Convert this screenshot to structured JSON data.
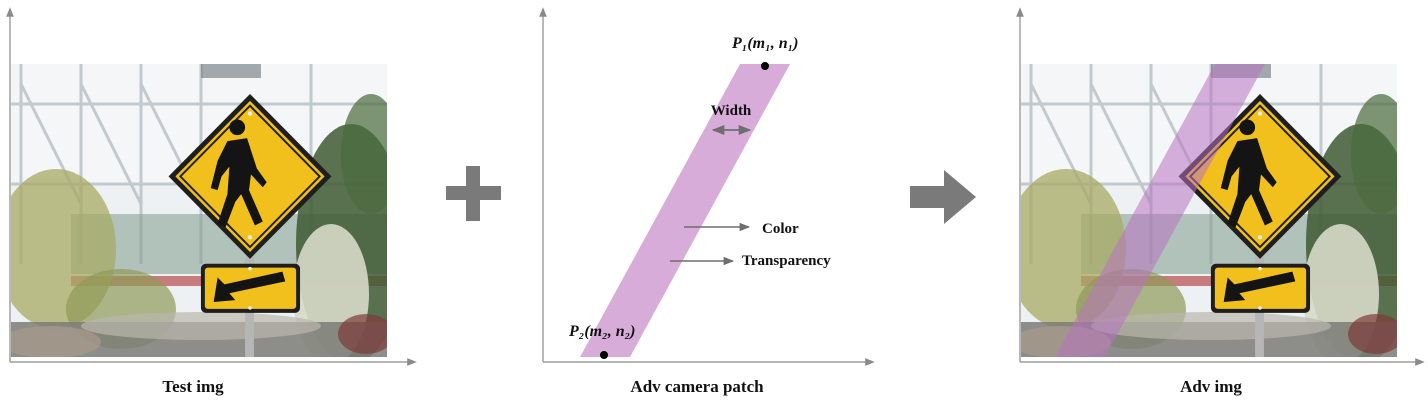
{
  "captions": {
    "test_img": "Test img",
    "adv_patch": "Adv camera patch",
    "adv_img": "Adv img"
  },
  "patch": {
    "p1_label": "P₁(m₁, n₁)",
    "p2_label": "P₂(m₂, n₂)",
    "width_label": "Width",
    "color_label": "Color",
    "transparency_label": "Transparency"
  },
  "colors": {
    "patch": "#d8acd8",
    "sign_yellow": "#f2c01c",
    "operator_gray": "#7a7a7a",
    "axis": "#8a8a8a"
  },
  "icons": [
    "plus-icon",
    "right-arrow-icon",
    "pedestrian-icon",
    "left-down-arrow-icon"
  ]
}
